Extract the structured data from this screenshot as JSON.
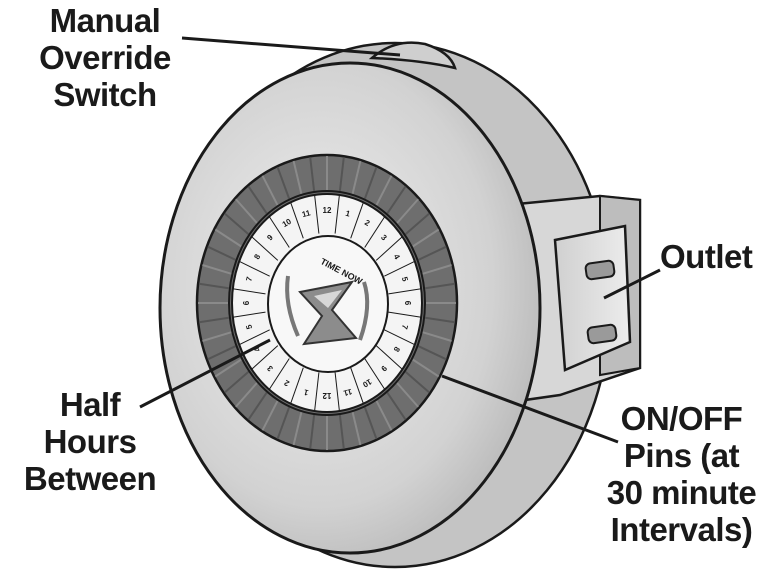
{
  "callouts": {
    "manual_override": [
      "Manual",
      "Override",
      "Switch"
    ],
    "outlet": [
      "Outlet"
    ],
    "half_hours": [
      "Half",
      "Hours",
      "Between"
    ],
    "pins": [
      "ON/OFF",
      "Pins (at",
      "30 minute",
      "Intervals)"
    ]
  },
  "dial": {
    "center_label": "TIME NOW",
    "hour_numbers": [
      "12",
      "1",
      "2",
      "3",
      "4",
      "5",
      "6",
      "7",
      "8",
      "9",
      "10",
      "11",
      "12",
      "1",
      "2",
      "3",
      "4",
      "5",
      "6",
      "7",
      "8",
      "9",
      "10",
      "11"
    ]
  },
  "colors": {
    "ink": "#1a1a1a",
    "body": "#d9d9d9",
    "pins": "#6e6e6e",
    "dial_face": "#f4f4f4"
  }
}
